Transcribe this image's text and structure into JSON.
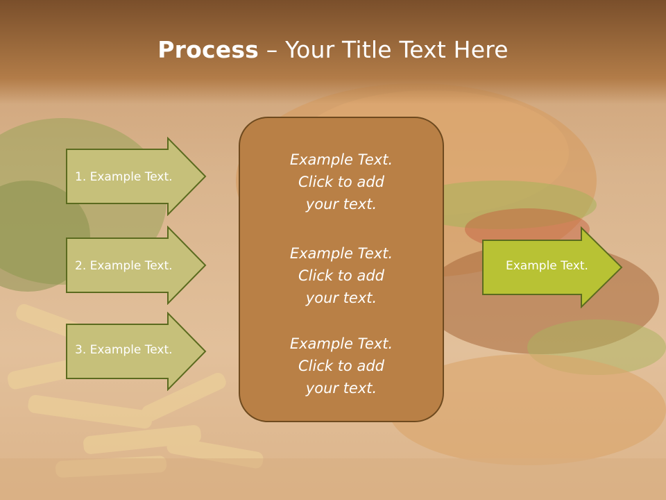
{
  "title": {
    "bold": "Process",
    "rest": " – Your Title Text Here"
  },
  "left_arrows": [
    {
      "label": "1. Example Text."
    },
    {
      "label": "2. Example Text."
    },
    {
      "label": "3. Example Text."
    }
  ],
  "center_box": {
    "blocks": [
      {
        "lines": [
          "Example Text.",
          "Click  to add",
          "your text."
        ]
      },
      {
        "lines": [
          "Example Text.",
          "Click  to add",
          "your text."
        ]
      },
      {
        "lines": [
          "Example Text.",
          "Click  to add",
          "your text."
        ]
      }
    ]
  },
  "right_arrow": {
    "label": "Example Text."
  },
  "colors": {
    "arrow_fill_left": "#c6c07a",
    "arrow_stroke": "#5b6b1f",
    "arrow_fill_right": "#b8c234",
    "center_fill": "#b98046",
    "center_stroke": "#6e4a1f"
  }
}
